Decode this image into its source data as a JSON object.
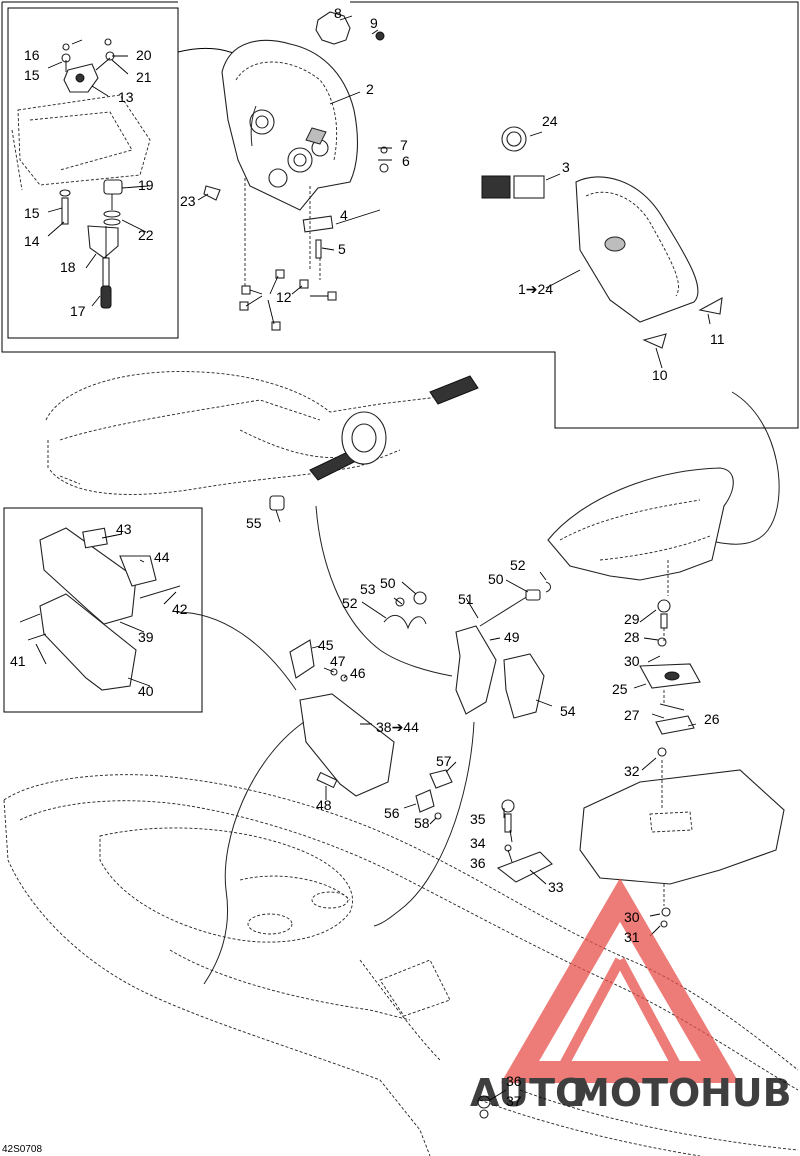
{
  "diagram_code": "42S0708",
  "callouts": {
    "c1": "1",
    "c2": "2",
    "c3": "3",
    "c4": "4",
    "c5": "5",
    "c6": "6",
    "c7": "7",
    "c8": "8",
    "c9": "9",
    "c10": "10",
    "c11": "11",
    "c12": "12",
    "c13": "13",
    "c14": "14",
    "c15a": "15",
    "c15b": "15",
    "c16": "16",
    "c17": "17",
    "c18": "18",
    "c19": "19",
    "c20": "20",
    "c21": "21",
    "c22": "22",
    "c23": "23",
    "c24": "24",
    "c1to24": "1➔24",
    "c25": "25",
    "c26": "26",
    "c27": "27",
    "c28": "28",
    "c29": "29",
    "c30a": "30",
    "c30b": "30",
    "c31": "31",
    "c32": "32",
    "c33": "33",
    "c34": "34",
    "c35": "35",
    "c36a": "36",
    "c36b": "36",
    "c37": "37",
    "c38to44": "38➔44",
    "c39": "39",
    "c40": "40",
    "c41": "41",
    "c42": "42",
    "c43": "43",
    "c44": "44",
    "c45": "45",
    "c46": "46",
    "c47": "47",
    "c48": "48",
    "c49": "49",
    "c50a": "50",
    "c50b": "50",
    "c51": "51",
    "c52a": "52",
    "c52b": "52",
    "c53": "53",
    "c54": "54",
    "c55": "55",
    "c56": "56",
    "c57": "57",
    "c58": "58"
  },
  "watermark": {
    "part_a": "AUTO",
    "part_b": "MOTO",
    "part_c": "HUB",
    "color_a": "#f3c27a",
    "color_b": "#e86a5a",
    "color_c": "#8c8c8c",
    "triangle_color": "#e8504a"
  }
}
